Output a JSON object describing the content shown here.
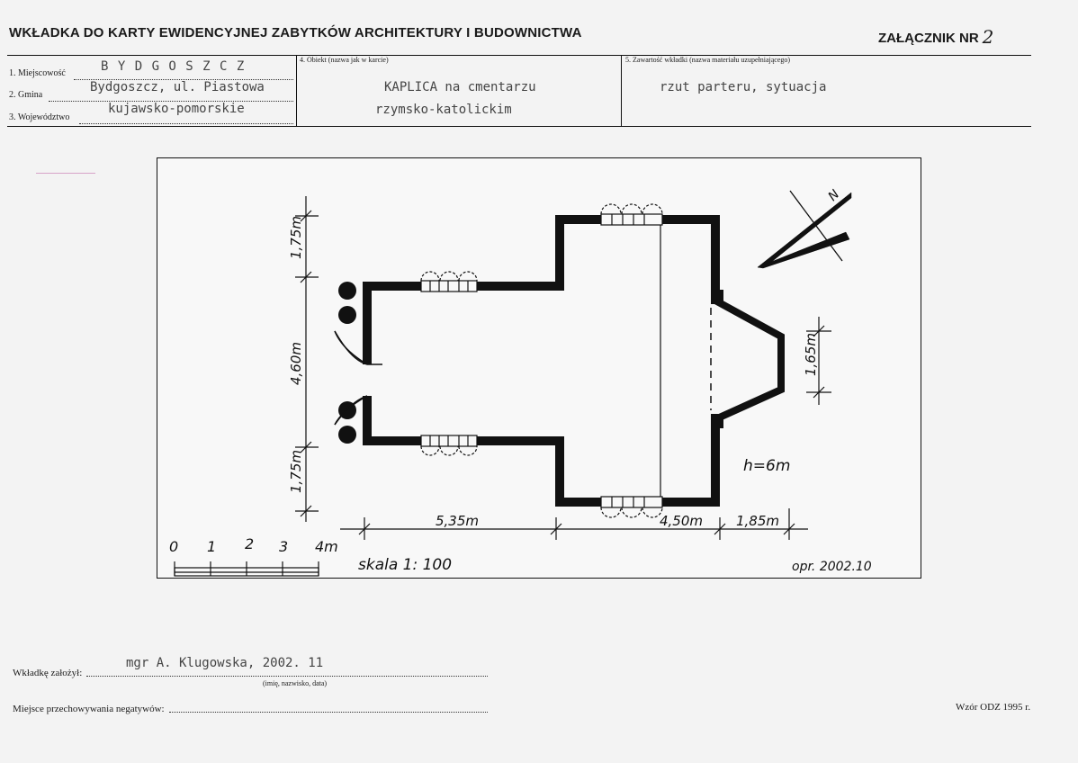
{
  "header": {
    "title": "WKŁADKA DO KARTY EWIDENCYJNEJ ZABYTKÓW ARCHITEKTURY I BUDOWNICTWA",
    "annex_label": "ZAŁĄCZNIK NR",
    "annex_number": "2"
  },
  "fields": {
    "locality_label": "1. Miejscowość",
    "locality_value": "B Y D G O S Z C Z",
    "commune_label": "2. Gmina",
    "commune_value": "Bydgoszcz, ul. Piastowa",
    "voivodeship_label": "3. Województwo",
    "voivodeship_value": "kujawsko-pomorskie",
    "object_label": "4. Obiekt  (nazwa jak w karcie)",
    "object_value_line1": "KAPLICA na cmentarzu",
    "object_value_line2": "rzymsko-katolickim",
    "contents_label": "5. Zawartość wkładki  (nazwa materiału uzupełniającego)",
    "contents_value": "rzut parteru, sytuacja"
  },
  "drawing": {
    "dim_left_top": "1,75m",
    "dim_left_mid": "4,60m",
    "dim_left_bottom": "1,75m",
    "dim_bottom_1": "5,35m",
    "dim_bottom_2": "4,50m",
    "dim_bottom_3": "1,85m",
    "dim_apse": "1,65m",
    "height_note": "h=6m",
    "scale_ticks": [
      "0",
      "1",
      "2",
      "3",
      "4m"
    ],
    "scale_text": "skala  1: 100",
    "author_note": "opr. 2002.10",
    "north_label": "N"
  },
  "footer": {
    "creator_label": "Wkładkę założył:",
    "creator_value": "mgr A. Klugowska, 2002. 11",
    "creator_hint": "(imię, nazwisko, data)",
    "storage_label": "Miejsce przechowywania negatywów:",
    "form_id": "Wzór ODZ 1995 r."
  }
}
